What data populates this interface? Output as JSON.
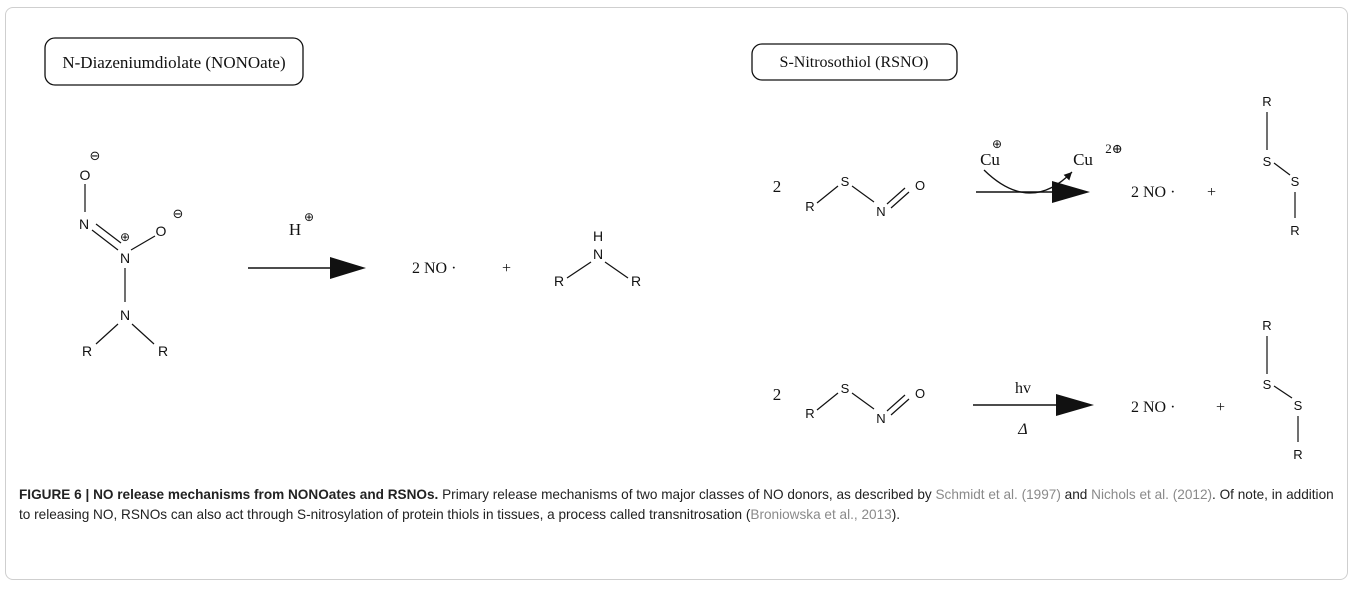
{
  "panels": {
    "left_title": "N-Diazeniumdiolate (NONOate)",
    "right_title": "S-Nitrosothiol (RSNO)"
  },
  "atoms": {
    "O": "O",
    "N": "N",
    "R": "R",
    "S": "S",
    "H": "H"
  },
  "charges": {
    "minus": "⊖",
    "plus": "⊕"
  },
  "reagents": {
    "proton": "H",
    "cu1": "Cu",
    "cu2": "Cu",
    "cu2_charge": "2⊕",
    "hv": "hv",
    "heat": "Δ"
  },
  "terms": {
    "coefficient": "2",
    "no_product": "2 NO ·",
    "plus_sign": "+"
  },
  "caption": {
    "label": "FIGURE 6 |",
    "title": "NO release mechanisms from NONOates and RSNOs.",
    "t1": "Primary release mechanisms of two major classes of NO donors, as described by",
    "c1": "Schmidt et al. (1997)",
    "t2": "and",
    "c2": "Nichols et al. (2012)",
    "t3": ". Of note, in addition to releasing NO, RSNOs can also act through S-nitrosylation of protein thiols in tissues, a process called transnitrosation (",
    "c3": "Broniowska et al., 2013",
    "t4": ")."
  }
}
